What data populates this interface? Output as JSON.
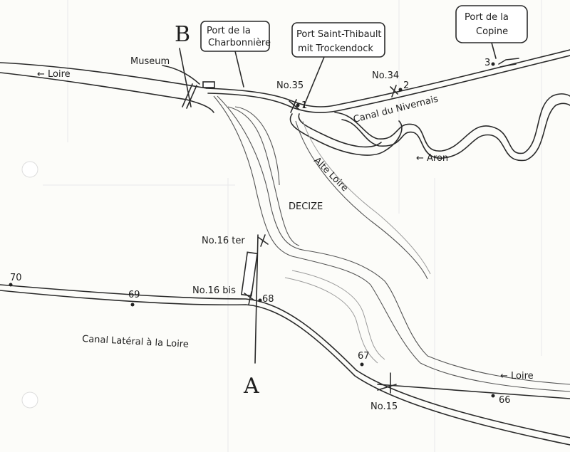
{
  "map": {
    "letters": {
      "b": "B",
      "a": "A"
    },
    "callouts": {
      "charbonniere": [
        "Port de la",
        "Charbonnière"
      ],
      "saint_thibault": [
        "Port Saint-Thibault",
        "mit Trockendock"
      ],
      "copine": [
        "Port de la",
        "Copine"
      ]
    },
    "labels": {
      "museum": "Museum",
      "loire_top": "← Loire",
      "loire_bottom": "← Loire",
      "aron": "← Aron",
      "alte_loire": "Alte Loire",
      "decize": "DECIZE",
      "canal_nivernais": "Canal du Nivernais",
      "canal_lateral": "Canal Latéral à la Loire"
    },
    "locks": {
      "no35": "No.35",
      "no34": "No.34",
      "no16ter": "No.16 ter",
      "no16bis": "No.16 bis",
      "no15": "No.15"
    },
    "points": {
      "p1": "1",
      "p2": "2",
      "p3": "3",
      "p66": "66",
      "p67": "67",
      "p68": "68",
      "p69": "69",
      "p70": "70"
    },
    "colors": {
      "ink": "#2a2a2a",
      "paper": "#fcfcf9"
    }
  }
}
